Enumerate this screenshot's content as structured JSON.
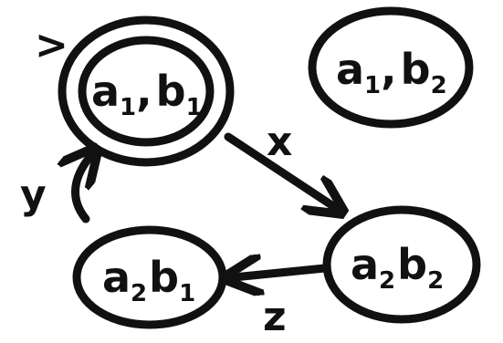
{
  "states": [
    {
      "id": "a1b1",
      "letter1": "a",
      "sub1": "1",
      "letter2": "b",
      "sub2": "1",
      "comma": ",",
      "initial": true,
      "accepting": true
    },
    {
      "id": "a1b2",
      "letter1": "a",
      "sub1": "1",
      "letter2": "b",
      "sub2": "2",
      "comma": ",",
      "initial": false,
      "accepting": false
    },
    {
      "id": "a2b1",
      "letter1": "a",
      "sub1": "2",
      "letter2": "b",
      "sub2": "1",
      "comma": "",
      "initial": false,
      "accepting": false
    },
    {
      "id": "a2b2",
      "letter1": "a",
      "sub1": "2",
      "letter2": "b",
      "sub2": "2",
      "comma": "",
      "initial": false,
      "accepting": false
    }
  ],
  "transitions": [
    {
      "from": "a1b1",
      "to": "a2b2",
      "label": "x"
    },
    {
      "from": "a2b2",
      "to": "a2b1",
      "label": "z"
    },
    {
      "from": "a2b1",
      "to": "a1b1",
      "label": "y"
    }
  ],
  "initial_marker": ">",
  "colors": {
    "ink": "#111111",
    "background": "#ffffff"
  }
}
